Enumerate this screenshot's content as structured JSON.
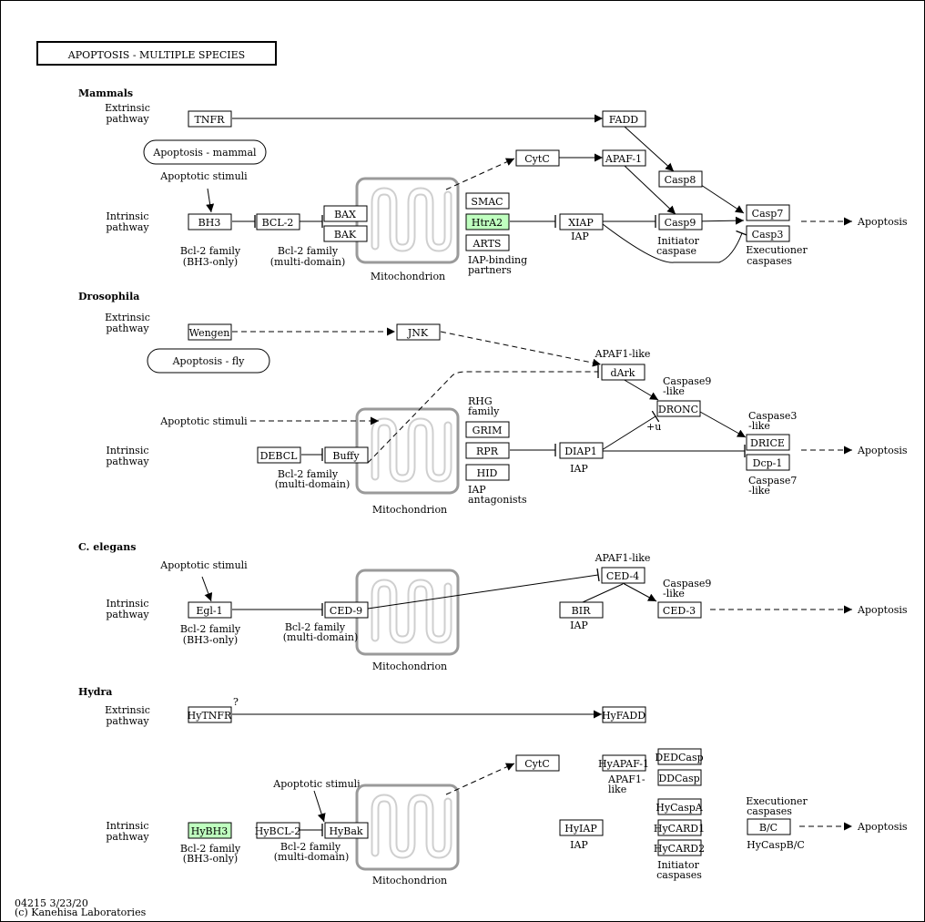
{
  "title": "APOPTOSIS - MULTIPLE SPECIES",
  "footer": {
    "id_date": "04215 3/23/20",
    "copyright": "(c) Kanehisa Laboratories"
  },
  "colors": {
    "highlight": "#bfffbf",
    "mitochondrion_border": "#9a9a9a",
    "mitochondrion_fill": "#cfcfcf"
  },
  "icons": {
    "mitochondrion": "mitochondrion-icon"
  },
  "common": {
    "mitochondrion": "Mitochondrion",
    "apoptosis": "Apoptosis",
    "apoptotic_stimuli": "Apoptotic stimuli",
    "extrinsic": [
      "Extrinsic",
      "pathway"
    ],
    "intrinsic": [
      "Intrinsic",
      "pathway"
    ],
    "bcl2_bh3": [
      "Bcl-2 family",
      "(BH3-only)"
    ],
    "bcl2_multi": [
      "Bcl-2 family",
      "(multi-domain)"
    ],
    "iap": "IAP"
  },
  "mammals": {
    "heading": "Mammals",
    "map_link": "Apoptosis - mammal",
    "genes": {
      "tnfr": "TNFR",
      "fadd": "FADD",
      "cytc": "CytC",
      "apaf1": "APAF-1",
      "casp8": "Casp8",
      "bh3": "BH3",
      "bcl2": "BCL-2",
      "bax": "BAX",
      "bak": "BAK",
      "smac": "SMAC",
      "htra2": "HtrA2",
      "arts": "ARTS",
      "xiap": "XIAP",
      "casp9": "Casp9",
      "casp7": "Casp7",
      "casp3": "Casp3"
    },
    "labels": {
      "iap_binding": [
        "IAP-binding",
        "partners"
      ],
      "initiator": [
        "Initiator",
        "caspase"
      ],
      "executioner": [
        "Executioner",
        "caspases"
      ]
    }
  },
  "drosophila": {
    "heading": "Drosophila",
    "map_link": "Apoptosis - fly",
    "genes": {
      "wengen": "Wengen",
      "jnk": "JNK",
      "dark": "dArk",
      "dronc": "DRONC",
      "drice": "DRICE",
      "dcp1": "Dcp-1",
      "debcl": "DEBCL",
      "buffy": "Buffy",
      "grim": "GRIM",
      "rpr": "RPR",
      "hid": "HID",
      "diap1": "DIAP1"
    },
    "labels": {
      "apaf1_like": "APAF1-like",
      "caspase9_like": [
        "Caspase9",
        "-like"
      ],
      "caspase3_like": [
        "Caspase3",
        "-like"
      ],
      "caspase7_like": [
        "Caspase7",
        "-like"
      ],
      "rhg": [
        "RHG",
        "family"
      ],
      "iap_antagonists": [
        "IAP",
        "antagonists"
      ],
      "ub": "+u"
    }
  },
  "celegans": {
    "heading": "C. elegans",
    "genes": {
      "egl1": "Egl-1",
      "ced9": "CED-9",
      "ced4": "CED-4",
      "bir": "BIR",
      "ced3": "CED-3"
    },
    "labels": {
      "apaf1_like": "APAF1-like",
      "caspase9_like": [
        "Caspase9",
        "-like"
      ]
    }
  },
  "hydra": {
    "heading": "Hydra",
    "genes": {
      "hytnfr": "HyTNFR",
      "hyfadd": "HyFADD",
      "cytc": "CytC",
      "hyapaf1": "HyAPAF-1",
      "dedcasp": "DEDCasp",
      "ddcasp": "DDCasp",
      "hybh3": "HyBH3",
      "hybcl2": "HyBCL-2",
      "hybak": "HyBak",
      "hyiap": "HyIAP",
      "hycaspa": "HyCaspA",
      "hycard1": "HyCARD1",
      "hycard2": "HyCARD2",
      "bc": "B/C"
    },
    "labels": {
      "question": "?",
      "apaf1_like": [
        "APAF1-",
        "like"
      ],
      "initiator": [
        "Initiator",
        "caspases"
      ],
      "executioner": [
        "Executioner",
        "caspases"
      ],
      "hycaspbc": "HyCaspB/C"
    }
  }
}
